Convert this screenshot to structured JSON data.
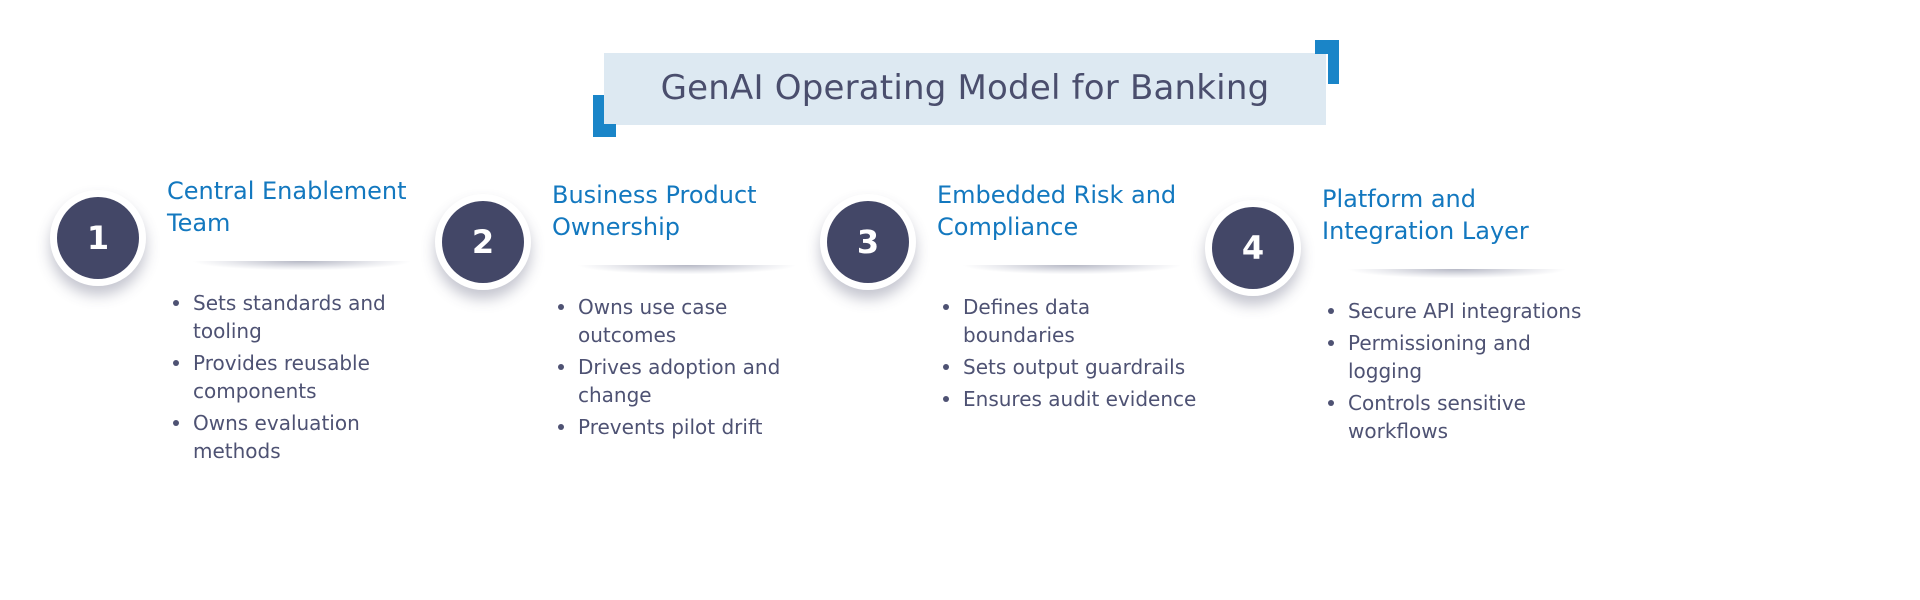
{
  "title": {
    "text": "GenAI Operating Model for Banking",
    "band_color": "#dde9f2",
    "accent_color": "#1a85c8",
    "text_color": "#4a4e6d"
  },
  "theme": {
    "heading_color": "#1378bf",
    "body_text_color": "#4e5273",
    "badge_color": "#434767",
    "background": "#ffffff"
  },
  "columns": [
    {
      "number": "1",
      "heading": "Central Enablement Team",
      "bullets": [
        "Sets standards and tooling",
        "Provides reusable components",
        "Owns evaluation methods"
      ]
    },
    {
      "number": "2",
      "heading": "Business Product Ownership",
      "bullets": [
        "Owns use case outcomes",
        "Drives adoption and change",
        "Prevents pilot drift"
      ]
    },
    {
      "number": "3",
      "heading": "Embedded Risk and Compliance",
      "bullets": [
        "Defines data boundaries",
        "Sets output guardrails",
        "Ensures audit evidence"
      ]
    },
    {
      "number": "4",
      "heading": "Platform and Integration Layer",
      "bullets": [
        "Secure API integrations",
        "Permissioning and logging",
        "Controls sensitive workflows"
      ]
    }
  ]
}
